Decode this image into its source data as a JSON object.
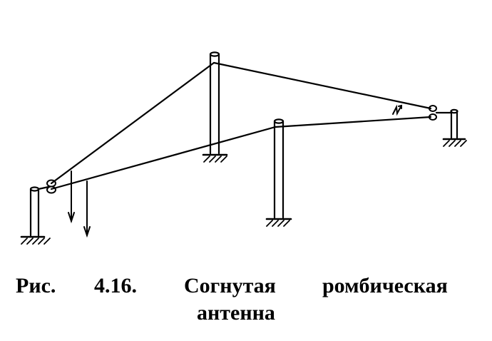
{
  "caption": {
    "label": "Рис.",
    "number": "4.16.",
    "word1": "Согнутая",
    "word2": "ромбическая",
    "word3": "антенна"
  },
  "icons": {
    "generator": "zigzag-source-icon",
    "ground": "ground-hatch-icon",
    "insulator": "insulator-icon",
    "arrow": "down-arrow-icon"
  },
  "colors": {
    "ink": "#000000",
    "background": "#ffffff"
  }
}
